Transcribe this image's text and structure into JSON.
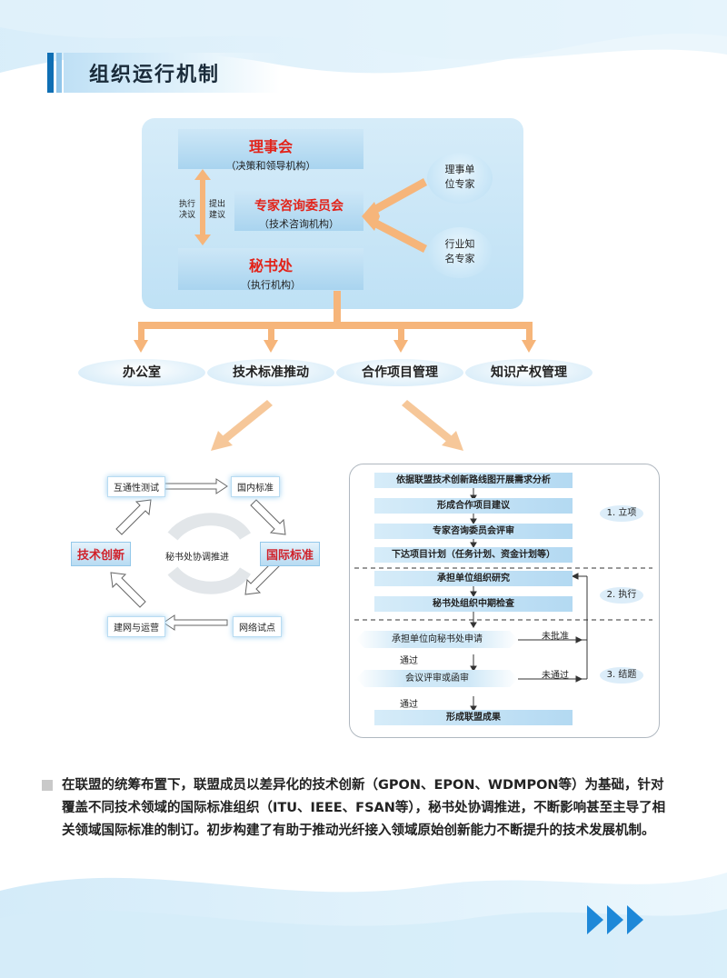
{
  "title": "组织运行机制",
  "org": {
    "council": {
      "name": "理事会",
      "desc": "（决策和领导机构）"
    },
    "expert_committee": {
      "name": "专家咨询委员会",
      "desc": "（技术咨询机构）"
    },
    "secretariat": {
      "name": "秘书处",
      "desc": "（执行机构）"
    },
    "left_label_1": "执行决议",
    "left_label_2": "提出建议",
    "member_experts": "理事单位专家",
    "industry_experts": "行业知名专家"
  },
  "departments": [
    "办公室",
    "技术标准推动",
    "合作项目管理",
    "知识产权管理"
  ],
  "cycle": {
    "interop_test": "互通性测试",
    "domestic_std": "国内标准",
    "tech_innovation": "技术创新",
    "intl_std": "国际标准",
    "network_deploy": "建网与运营",
    "network_trial": "网络试点",
    "center": "秘书处协调推进"
  },
  "process": {
    "steps": [
      "依据联盟技术创新路线图开展需求分析",
      "形成合作项目建议",
      "专家咨询委员会评审",
      "下达项目计划（任务计划、资金计划等）",
      "承担单位组织研究",
      "秘书处组织中期检查"
    ],
    "apply": "承担单位向秘书处申请",
    "review": "会议评审或函审",
    "final": "形成联盟成果",
    "pass1": "通过",
    "pass2": "通过",
    "not_approved": "未批准",
    "not_passed": "未通过",
    "stage1": "1. 立项",
    "stage2": "2. 执行",
    "stage3": "3. 结题"
  },
  "paragraph": "在联盟的统筹布置下，联盟成员以差异化的技术创新（GPON、EPON、WDMPON等）为基础，针对覆盖不同技术领域的国际标准组织（ITU、IEEE、FSAN等），秘书处协调推进，不断影响甚至主导了相关领域国际标准的制订。初步构建了有助于推动光纤接入领域原始创新能力不断提升的技术发展机制。"
}
